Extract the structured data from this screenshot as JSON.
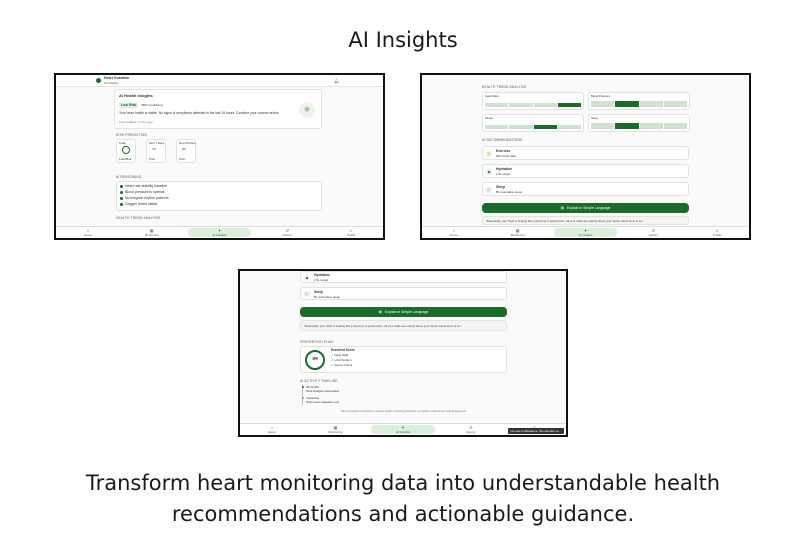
{
  "title": "AI Insights",
  "caption_line1": "Transform heart monitoring data into understandable health",
  "caption_line2": "recommendations and actionable guidance.",
  "nav": {
    "home": "Home",
    "monitoring": "Monitoring",
    "ai_insights": "AI Insights",
    "history": "History",
    "profile": "Profile"
  },
  "screen1": {
    "app_name": "Heart Guardian",
    "app_subtitle": "AI Insights",
    "card_title": "AI Health Insights",
    "risk_badge": "Low Risk",
    "confidence": "98% Confidence",
    "summary": "Your heart health is stable. No signs of arrhythmia detected in the last 24 hours. Continue your current routine.",
    "updated": "Last updated: 2 mins ago",
    "risk_section": "RISK PREDICTION",
    "risk_cards": [
      {
        "label": "Today",
        "value": "Low Risk",
        "ring": "●"
      },
      {
        "label": "Next 7 Days",
        "value": "Prob.",
        "ring": "7%"
      },
      {
        "label": "Next 30 Days",
        "value": "Prob.",
        "ring": "9%"
      }
    ],
    "reasoning_section": "AI REASONING",
    "reasons": [
      "Heart rate stability baseline",
      "Blood pressure is optimal",
      "No irregular rhythm patterns",
      "Oxygen levels stable"
    ],
    "trend_section": "HEALTH TREND ANALYSIS"
  },
  "screen2": {
    "trend_section": "HEALTH TREND ANALYSIS",
    "trend_cards": [
      {
        "label": "Heart Rate"
      },
      {
        "label": "Blood Pressure"
      },
      {
        "label": "Stress"
      },
      {
        "label": "Sleep"
      }
    ],
    "rec_section": "AI RECOMMENDATIONS",
    "recommendations": [
      {
        "title": "Exercise",
        "detail": "30m brisk walk"
      },
      {
        "title": "Hydration",
        "detail": "2.5L target"
      },
      {
        "title": "Sleep",
        "detail": "8h restorative sleep"
      }
    ],
    "explain_button": "Explain in Simple Language",
    "explain_text": "\"Essentially, your heart is beating like a drummer in perfect time. All your vitals are exactly where your doctor wants them to be.\""
  },
  "screen3": {
    "rec_items": [
      {
        "title": "Hydration",
        "detail": "2.5L target"
      },
      {
        "title": "Sleep",
        "detail": "8h restorative sleep"
      }
    ],
    "explain_button": "Explain in Simple Language",
    "explain_text": "\"Essentially, your heart is beating like a drummer in perfect time. All your vitals are exactly where your doctor wants them to be.\"",
    "prevention_section": "PREVENTION PLAN",
    "score_value": "94",
    "score_title": "Excellent Score",
    "plan_items": [
      "Daily Walk",
      "Limit Sodium",
      "Stress Check"
    ],
    "timeline_section": "AI ACTIVITY TIMELINE",
    "timeline": [
      {
        "time": "09:42 AM",
        "text": "New Analysis Generated"
      },
      {
        "time": "Yesterday",
        "text": "Risk Level Updated: Low"
      }
    ],
    "disclaimer": "This AI analysis is intended to support health monitoring and does not replace professional medical diagnosis.",
    "toast": "No new notifications. We will alert to..."
  },
  "colors": {
    "accent": "#1b6b2a",
    "accent_light": "#dcefdc"
  }
}
